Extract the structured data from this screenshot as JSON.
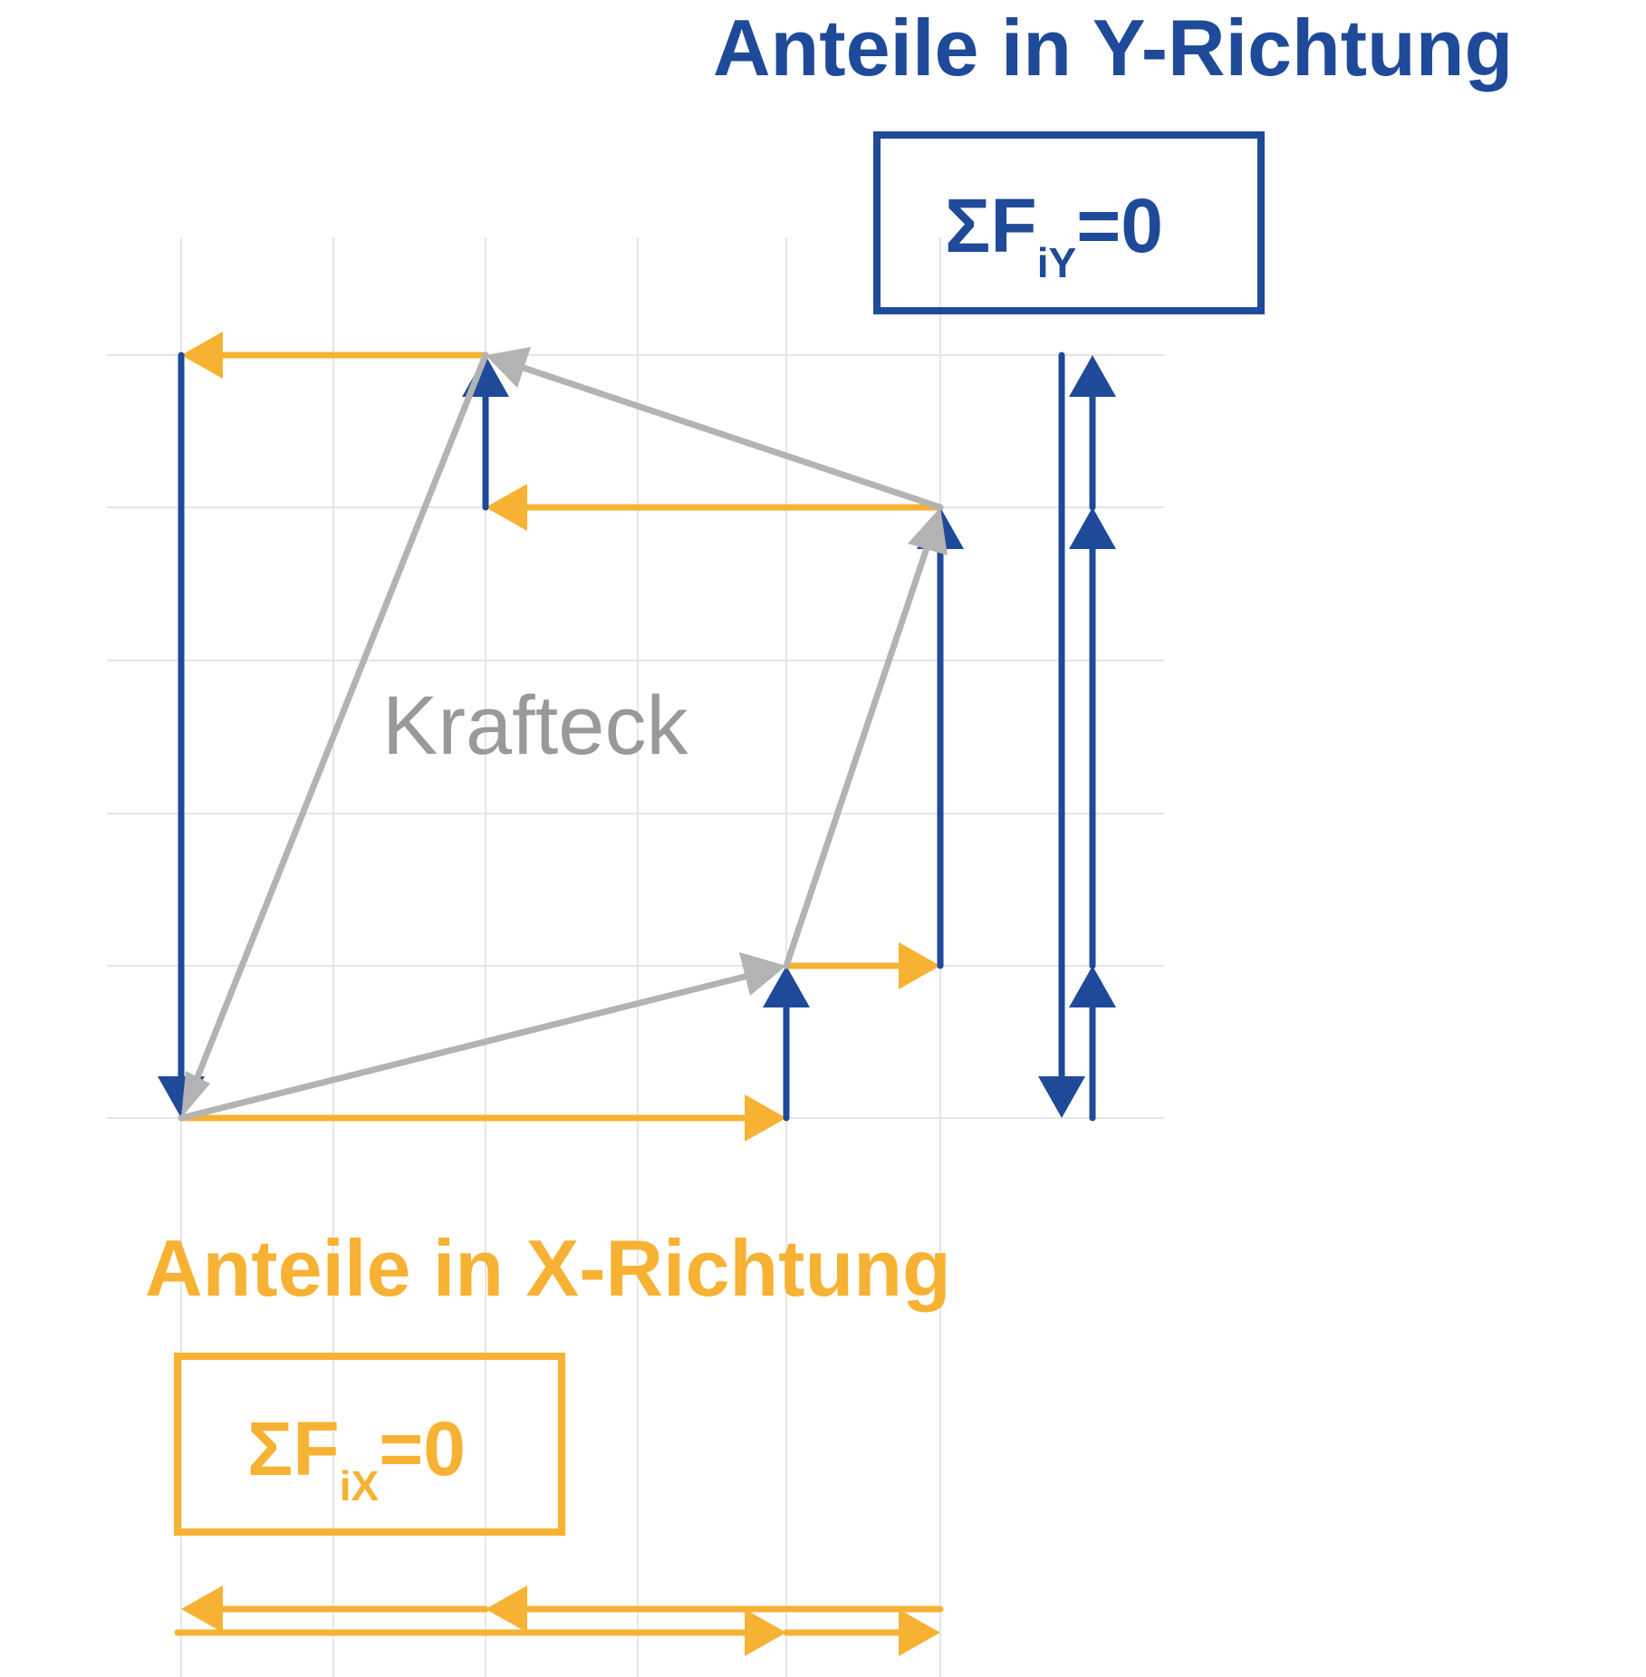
{
  "colors": {
    "blue": "#1F4A99",
    "orange": "#F7B234",
    "gray": "#B3B3B3",
    "grid": "#E6E6E6",
    "label_gray": "#999999"
  },
  "title_y": "Anteile in Y-Richtung",
  "title_x": "Anteile in X-Richtung",
  "polygon_label": "Krafteck",
  "eq_y": {
    "sigma": "ΣF",
    "sub": "iY",
    "rest": "=0"
  },
  "eq_x": {
    "sigma": "ΣF",
    "sub": "iX",
    "rest": "=0"
  }
}
